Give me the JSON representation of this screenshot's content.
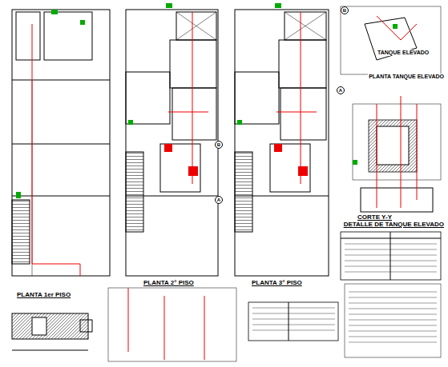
{
  "diagram": {
    "labels": [
      "PLANTA 1er PISO",
      "PLANTA 2° PISO",
      "PLANTA 3° PISO",
      "PLANTA TANQUE ELEVADO",
      "CORTE Y-Y",
      "DETALLE DE TANQUE ELEVADO",
      "TANQUE ELEVADO",
      "A",
      "B",
      "A",
      "B"
    ]
  }
}
